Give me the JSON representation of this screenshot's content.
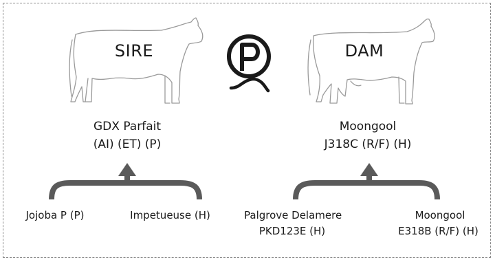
{
  "sire": {
    "label": "SIRE",
    "name": "GDX Parfait",
    "codes": "(AI) (ET) (P)",
    "parents": [
      {
        "line1": "Jojoba P (P)"
      },
      {
        "line1": "Impetueuse (H)"
      }
    ]
  },
  "dam": {
    "label": "DAM",
    "name": "Moongool",
    "codes": "J318C (R/F) (H)",
    "parents": [
      {
        "line1": "Palgrove Delamere",
        "line2": "PKD123E (H)"
      },
      {
        "line1": "Moongool",
        "line2": "E318B (R/F) (H)"
      }
    ]
  },
  "icons": {
    "polled": "polled-p-icon"
  },
  "colors": {
    "bracket": "#5a5a5a",
    "outline": "#9a9a9a",
    "text": "#1a1a1a"
  }
}
